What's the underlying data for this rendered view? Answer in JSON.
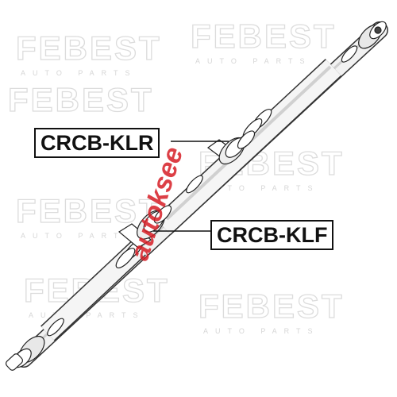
{
  "callouts": [
    {
      "id": "klr",
      "part_number": "CRCB-KLR"
    },
    {
      "id": "klf",
      "part_number": "CRCB-KLF"
    }
  ],
  "watermark": {
    "brand": "FEBEST",
    "sub": "AUTO PARTS",
    "overlay": "autoksee"
  },
  "colors": {
    "watermark": "#dcdcdc",
    "overlay": "#d71e26",
    "line": "#111111"
  }
}
